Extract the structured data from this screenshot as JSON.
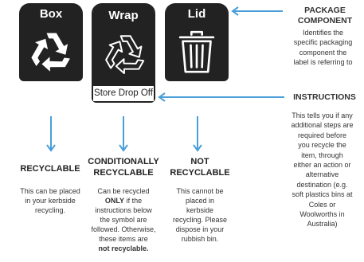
{
  "components": {
    "box": {
      "title": "Box",
      "icon": "recycle-icon"
    },
    "wrap": {
      "title": "Wrap",
      "icon": "recycle-outline-icon",
      "footer": "Store Drop Off"
    },
    "lid": {
      "title": "Lid",
      "icon": "rubbish-bin-icon"
    }
  },
  "outcomes": {
    "recyclable": {
      "title": "RECYCLABLE",
      "desc": [
        "This can be placed",
        "in your kerbside",
        "recycling."
      ]
    },
    "conditional": {
      "title": [
        "CONDITIONALLY",
        "RECYCLABLE"
      ],
      "desc_lines": [
        {
          "pre": "Can be recycled",
          "bold": "",
          "post": ""
        },
        {
          "pre": "",
          "bold": "ONLY",
          "post": " if the"
        },
        {
          "pre": "instructions below",
          "bold": "",
          "post": ""
        },
        {
          "pre": "the symbol are",
          "bold": "",
          "post": ""
        },
        {
          "pre": "followed. Otherwise,",
          "bold": "",
          "post": ""
        },
        {
          "pre": "these items are",
          "bold": "",
          "post": ""
        },
        {
          "pre": "",
          "bold": "not recyclable.",
          "post": ""
        }
      ]
    },
    "not_recyclable": {
      "title": [
        "NOT",
        "RECYCLABLE"
      ],
      "desc": [
        "This cannot be",
        "placed in",
        "kerbside",
        "recycling. Please",
        "dispose in your",
        "rubbish bin."
      ]
    }
  },
  "package_component": {
    "title": [
      "PACKAGE",
      "COMPONENT"
    ],
    "desc": [
      "Identifies the",
      "specific packaging",
      "component the",
      "label is referring to"
    ]
  },
  "instructions": {
    "title": "INSTRUCTIONS",
    "desc": [
      "This tells you if any",
      "additional steps are",
      "required before",
      "you recycle the",
      "item, through",
      "either an action or",
      "alternative",
      "destination (e.g.",
      "soft plastics bins at",
      "Coles or",
      "Woolworths in",
      "Australia)"
    ]
  },
  "colors": {
    "arrow": "#4a9fd8",
    "card": "#222222"
  }
}
